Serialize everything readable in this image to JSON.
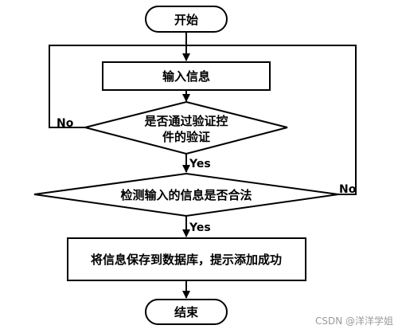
{
  "nodes": {
    "start": "开始",
    "input": "输入信息",
    "verify_line1": "是否通过验证控",
    "verify_line2": "件的验证",
    "legal_check": "检测输入的信息是否合法",
    "save": "将信息保存到数据库，提示添加成功",
    "end": "结束"
  },
  "edges": {
    "verify_no": "No",
    "verify_yes": "Yes",
    "legal_no": "No",
    "legal_yes": "Yes"
  },
  "watermark": "CSDN @洋洋学姐"
}
